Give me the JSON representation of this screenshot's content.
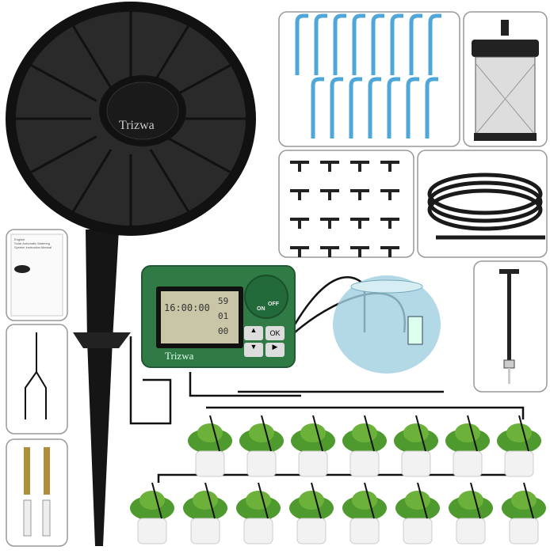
{
  "brand": {
    "logo_text": "Trizwa"
  },
  "controller": {
    "time": "16:00:00",
    "minutes": "59",
    "days": "01",
    "seconds": "00",
    "ok_label": "OK",
    "dial_off_label": "OFF",
    "dial_on_label": "ON"
  },
  "manual": {
    "tag": "English",
    "title": "Solar Automatic Watering System Instruction Manual"
  },
  "colors": {
    "controller_green": "#2f7a45",
    "solar_panel": "#1c1c1c",
    "dripper_blue": "#4fa6d8",
    "bowl": "#8fc6d8",
    "leaf": "#4f9a2e"
  }
}
